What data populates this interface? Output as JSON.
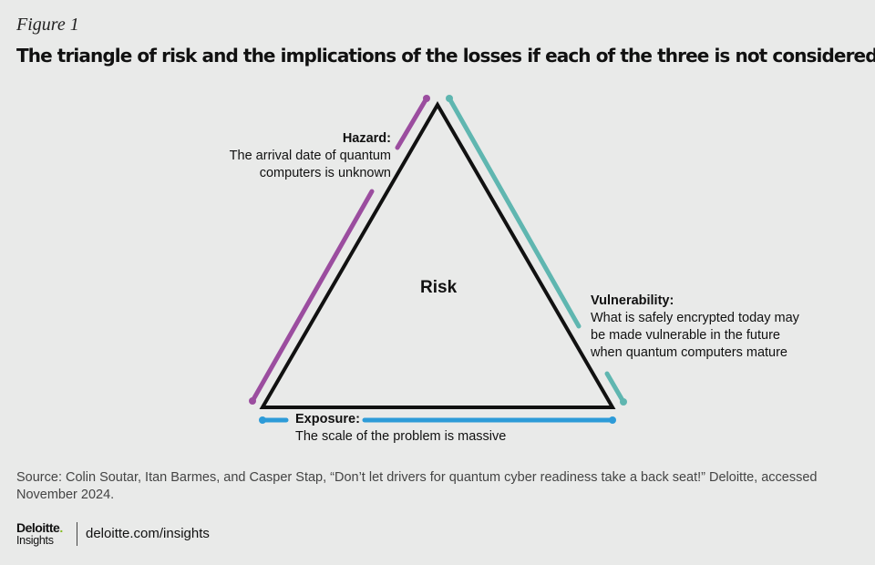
{
  "figure_label": "Figure 1",
  "title": "The triangle of risk and the implications of the losses if each of the three is not considered",
  "center_label": "Risk",
  "sides": {
    "hazard": {
      "heading": "Hazard:",
      "lines": [
        "The arrival date of quantum",
        "computers is unknown"
      ],
      "color": "#9b4d9f"
    },
    "vulnerability": {
      "heading": "Vulnerability:",
      "lines": [
        "What is safely encrypted today may",
        "be made vulnerable in the future",
        "when quantum computers mature"
      ],
      "color": "#5fb6b0"
    },
    "exposure": {
      "heading": "Exposure:",
      "lines": [
        "The scale of the problem is massive"
      ],
      "color": "#2d9bd8"
    }
  },
  "source": "Source: Colin Soutar, Itan Barmes, and Casper Stap, “Don’t let drivers for quantum cyber readiness take a back seat!” Deloitte, accessed November 2024.",
  "logo": {
    "brand": "Deloitte",
    "brand_dot": ".",
    "sub": "Insights"
  },
  "url": "deloitte.com/insights",
  "colors": {
    "background": "#e9eae9",
    "triangle": "#111111"
  }
}
